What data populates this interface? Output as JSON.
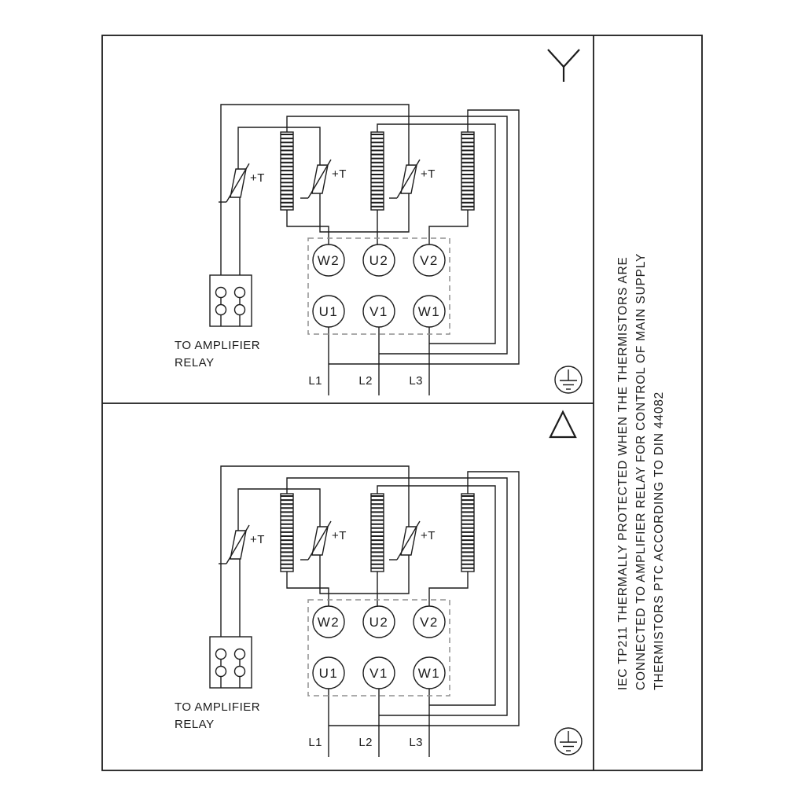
{
  "page": {
    "background": "#ffffff",
    "line_color": "#1c1c1c",
    "dashed_box_color": "#8f8f8f"
  },
  "side_note": {
    "lines": [
      "IEC TP211 THERMALLY PROTECTED WHEN THE THERMISTORS ARE",
      "CONNECTED TO AMPLIFIER RELAY FOR CONTROL OF MAIN SUPPLY",
      "THERMISTORS PTC ACCORDING TO DIN 44082"
    ]
  },
  "panels": [
    {
      "connection": "star",
      "thermistor_labels": [
        "+T",
        "+T",
        "+T"
      ],
      "relay_note": {
        "line1": "TO AMPLIFIER",
        "line2": "RELAY"
      },
      "terminals": {
        "top": [
          "W2",
          "U2",
          "V2"
        ],
        "bottom": [
          "U1",
          "V1",
          "W1"
        ]
      },
      "supply_labels": [
        "L1",
        "L2",
        "L3"
      ]
    },
    {
      "connection": "delta",
      "thermistor_labels": [
        "+T",
        "+T",
        "+T"
      ],
      "relay_note": {
        "line1": "TO AMPLIFIER",
        "line2": "RELAY"
      },
      "terminals": {
        "top": [
          "W2",
          "U2",
          "V2"
        ],
        "bottom": [
          "U1",
          "V1",
          "W1"
        ]
      },
      "supply_labels": [
        "L1",
        "L2",
        "L3"
      ]
    }
  ]
}
